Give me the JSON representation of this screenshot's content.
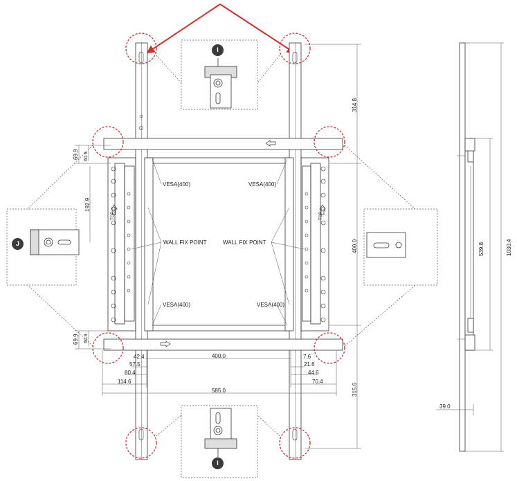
{
  "callouts": {
    "badge_top": "I",
    "badge_left": "J",
    "badge_bottom": "I",
    "vesa_top_left": "VESA(400)",
    "vesa_top_right": "VESA(400)",
    "vesa_bottom_left": "VESA(400)",
    "vesa_bottom_right": "VESA(400)",
    "wall_fix_left": "WALL FIX POINT",
    "wall_fix_right": "WALL FIX POINT",
    "top_mark_left": "TOP",
    "top_mark_right": "TOP"
  },
  "dimensions": {
    "d314_8": "314.8",
    "d400_v": "400.0",
    "d315_6": "315.6",
    "d69_9_top": "69.9",
    "d60_9_top": "60.9",
    "d192_9": "192.9",
    "d69_9_bottom": "69.9",
    "d60_9_bottom": "60.9",
    "d42_4": "42.4",
    "d57_5": "57.5",
    "d80_4": "80.4",
    "d114_6": "114.6",
    "d400_h": "400.0",
    "d585_0": "585.0",
    "d7_6": "7.6",
    "d21_6": "21.6",
    "d44_6": "44.6",
    "d70_4": "70.4",
    "d539_8": "539.8",
    "d1030_4": "1030.4",
    "d39_0": "39.0"
  },
  "colors": {
    "line": "#333333",
    "leader": "#555555",
    "highlight": "#d32f2f",
    "badge": "#3a3a3a"
  }
}
